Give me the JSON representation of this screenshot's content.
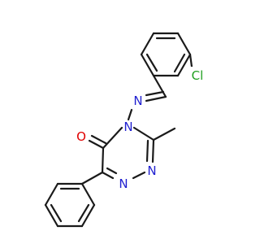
{
  "colors": {
    "bond": "#1a1a1a",
    "carbon": "#1a1a1a",
    "nitrogen": "#1f1fd0",
    "oxygen": "#e00000",
    "chlorine": "#1f9f1f"
  },
  "labels": {
    "chlorine": "Cl",
    "imine_nitrogen": "N",
    "ring_n4": "N",
    "ring_n2": "N",
    "ring_n1": "N",
    "carbonyl_oxygen": "O"
  }
}
